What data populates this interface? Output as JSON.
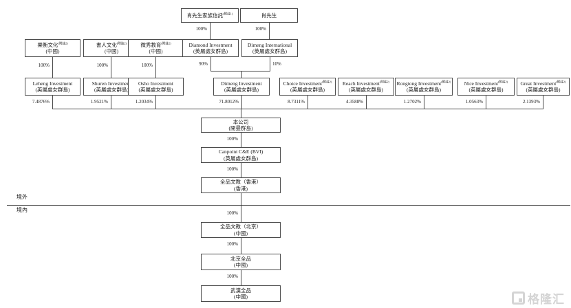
{
  "nodes": {
    "trust": {
      "line1": "肖先生家族信託",
      "note": "(附註1)"
    },
    "xiao": {
      "line1": "肖先生"
    },
    "leheng_cn": {
      "line1": "樂衡文化",
      "note": "(附註2)",
      "line2": "(中國)"
    },
    "shuren_cn": {
      "line1": "書人文化",
      "note": "(附註2)",
      "line2": "(中國)"
    },
    "weixiu_cn": {
      "line1": "微秀教育",
      "note": "(附註2)",
      "line2": "(中國)"
    },
    "diamond": {
      "line1": "Diamond Investment",
      "line2": "(英屬處女群島)"
    },
    "dimeng_intl": {
      "line1": "Dimeng International",
      "line2": "(英屬處女群島)"
    },
    "leheng": {
      "line1": "Leheng Investment",
      "line2": "(英屬處女群島)",
      "pct": "7.4876%"
    },
    "shuren": {
      "line1": "Shuren Investment",
      "line2": "(英屬處女群島)",
      "pct": "1.9521%"
    },
    "osho": {
      "line1": "Osho Investment",
      "line2": "(英屬處女群島)",
      "pct": "1.2034%"
    },
    "dimeng": {
      "line1": "Dimeng Investment",
      "line2": "(英屬處女群島)",
      "pct": "71.8012%"
    },
    "choice": {
      "line1": "Choice Investment",
      "note": "(附註2)",
      "line2": "(英屬處女群島)",
      "pct": "8.7311%"
    },
    "reach": {
      "line1": "Reach Investment",
      "note": "(附註2)",
      "line2": "(英屬處女群島)",
      "pct": "4.3588%"
    },
    "rongtong": {
      "line1": "Rongtong Investment",
      "note": "(附註2)",
      "line2": "(英屬處女群島)",
      "pct": "1.2702%"
    },
    "nice": {
      "line1": "Nice Investment",
      "note": "(附註2)",
      "line2": "(英屬處女群島)",
      "pct": "1.0563%"
    },
    "great": {
      "line1": "Great Investment",
      "note": "(附註2)",
      "line2": "(英屬處女群島)",
      "pct": "2.1393%"
    },
    "company": {
      "line1": "本公司",
      "line2": "(開曼群島)"
    },
    "canpoint_bvi": {
      "line1": "Canpoint C&E (BVI)",
      "line2": "(英屬處女群島)"
    },
    "quanpin_hk": {
      "line1": "全品文教（香港）",
      "line2": "(香港)"
    },
    "quanpin_bj": {
      "line1": "全品文教（北京）",
      "line2": "(中國)"
    },
    "beijing_qp": {
      "line1": "北京全品",
      "line2": "(中國)"
    },
    "wuhan_qp": {
      "line1": "武漢全品",
      "line2": "(中國)"
    }
  },
  "edges": {
    "trust_to_diamond": "100%",
    "xiao_to_dimeng_intl": "100%",
    "leheng_cn_down": "100%",
    "shuren_cn_down": "100%",
    "weixiu_cn_down": "100%",
    "diamond_to_dimeng": "90%",
    "dimeng_intl_to_dimeng": "10%",
    "company_to_canpoint": "100%",
    "canpoint_to_hk": "100%",
    "hk_to_bj": "100%",
    "bj_to_beijing": "100%",
    "beijing_to_wuhan": "100%"
  },
  "regions": {
    "offshore": "境外",
    "onshore": "境內"
  },
  "watermark": {
    "text": "格隆汇"
  },
  "colors": {
    "line": "#4a4a4a",
    "watermark": "#d4d4d4"
  }
}
